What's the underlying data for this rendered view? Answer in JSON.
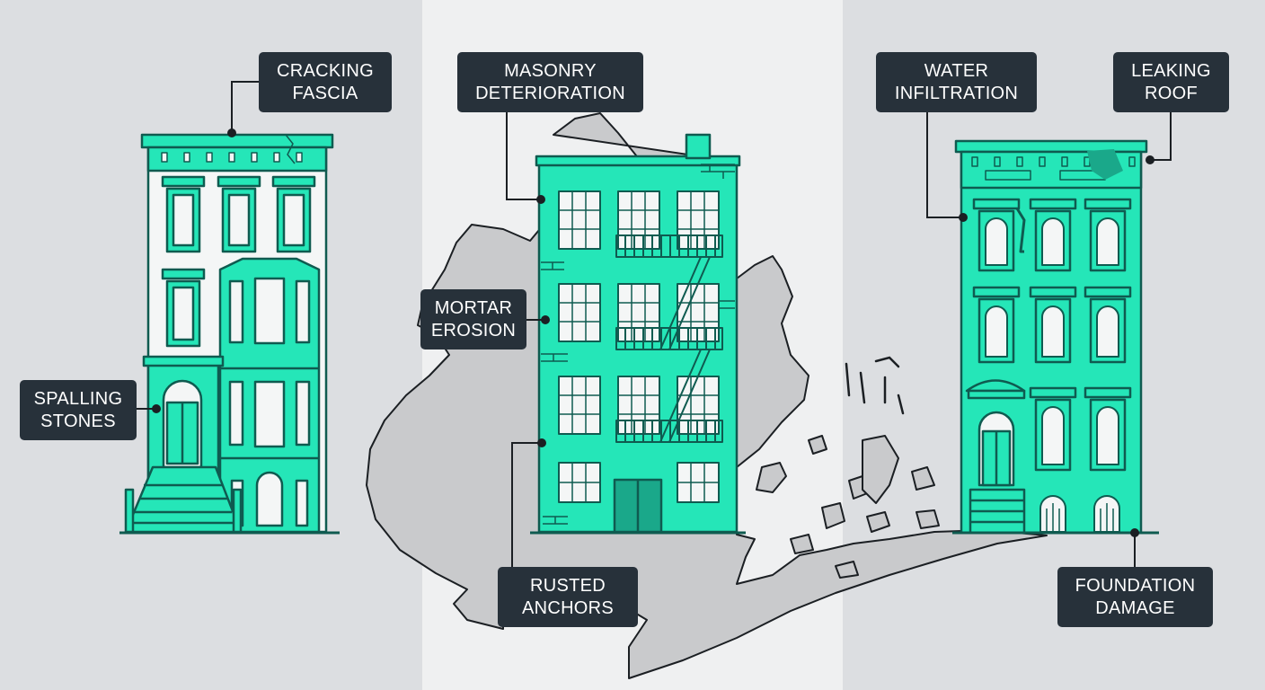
{
  "callouts": {
    "cracking_fascia": [
      "CRACKING",
      "FASCIA"
    ],
    "spalling_stones": [
      "SPALLING",
      "STONES"
    ],
    "masonry_deterioration": [
      "MASONRY",
      "DETERIORATION"
    ],
    "mortar_erosion": [
      "MORTAR",
      "EROSION"
    ],
    "rusted_anchors": [
      "RUSTED",
      "ANCHORS"
    ],
    "water_infiltration": [
      "WATER",
      "INFILTRATION"
    ],
    "leaking_roof": [
      "LEAKING",
      "ROOF"
    ],
    "foundation_damage": [
      "FOUNDATION",
      "DAMAGE"
    ]
  },
  "colors": {
    "building_fill": "#25e6b8",
    "building_outline": "#0f5b50",
    "label_bg": "#27313a",
    "label_text": "#ffffff",
    "map_fill": "#c9cacc",
    "map_outline": "#1b1f23"
  }
}
